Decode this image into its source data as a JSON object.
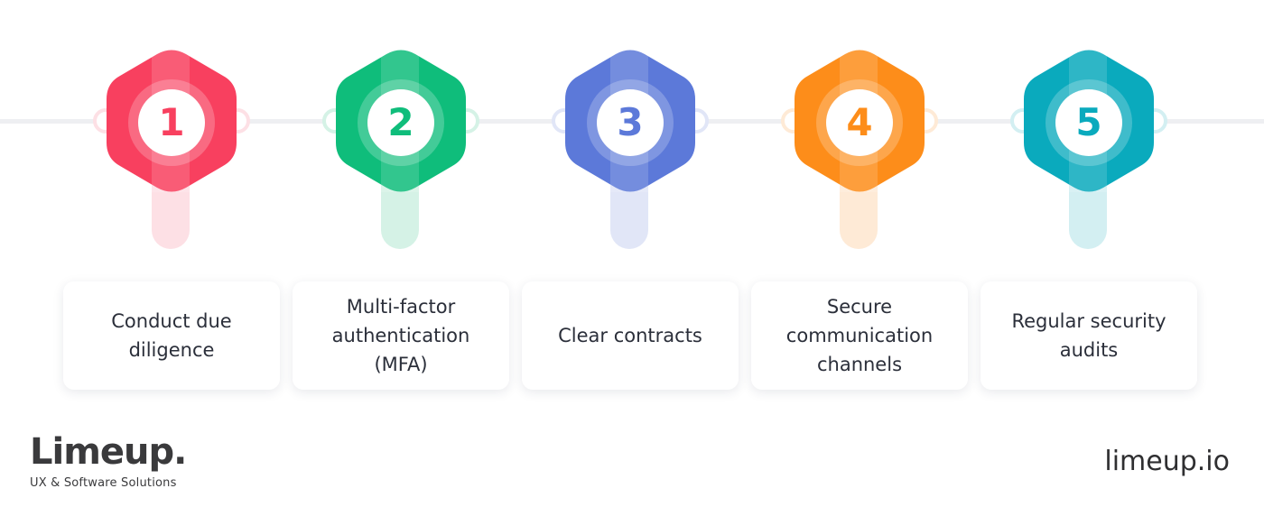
{
  "steps": [
    {
      "number": "1",
      "label": "Conduct due diligence",
      "color": "#f8405f",
      "light": "#fde0e5"
    },
    {
      "number": "2",
      "label": "Multi-factor authentication (MFA)",
      "color": "#0fbd7b",
      "light": "#d5f2e6"
    },
    {
      "number": "3",
      "label": "Clear contracts",
      "color": "#5c79d9",
      "light": "#e1e6f7"
    },
    {
      "number": "4",
      "label": "Secure communication channels",
      "color": "#fd8d1a",
      "light": "#feead6"
    },
    {
      "number": "5",
      "label": "Regular security audits",
      "color": "#0aaabd",
      "light": "#d3eff2"
    }
  ],
  "brand": {
    "logo": "Limeup.",
    "tagline": "UX & Software Solutions",
    "website": "limeup.io"
  }
}
